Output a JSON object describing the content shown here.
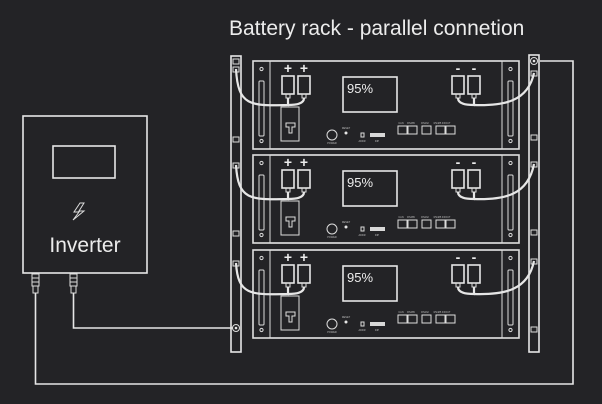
{
  "title": "Battery rack - parallel connetion",
  "inverter": {
    "label": "Inverter",
    "icon": "lightning-bolt-icon"
  },
  "battery_modules": [
    {
      "soc": "95%",
      "positive_terminals": [
        "+",
        "+"
      ],
      "negative_terminals": [
        "-",
        "-"
      ]
    },
    {
      "soc": "95%",
      "positive_terminals": [
        "+",
        "+"
      ],
      "negative_terminals": [
        "-",
        "-"
      ]
    },
    {
      "soc": "95%",
      "positive_terminals": [
        "+",
        "+"
      ],
      "negative_terminals": [
        "-",
        "-"
      ]
    }
  ],
  "module_panel_labels": {
    "power": "POWER",
    "reset": "RESET",
    "addr": "ADDR",
    "dip": "DIP",
    "ports": [
      "CAN",
      "RS485",
      "RS232",
      "RS485 IN/OUT"
    ]
  },
  "colors": {
    "background": "#232326",
    "line": "#e6e6e6"
  }
}
